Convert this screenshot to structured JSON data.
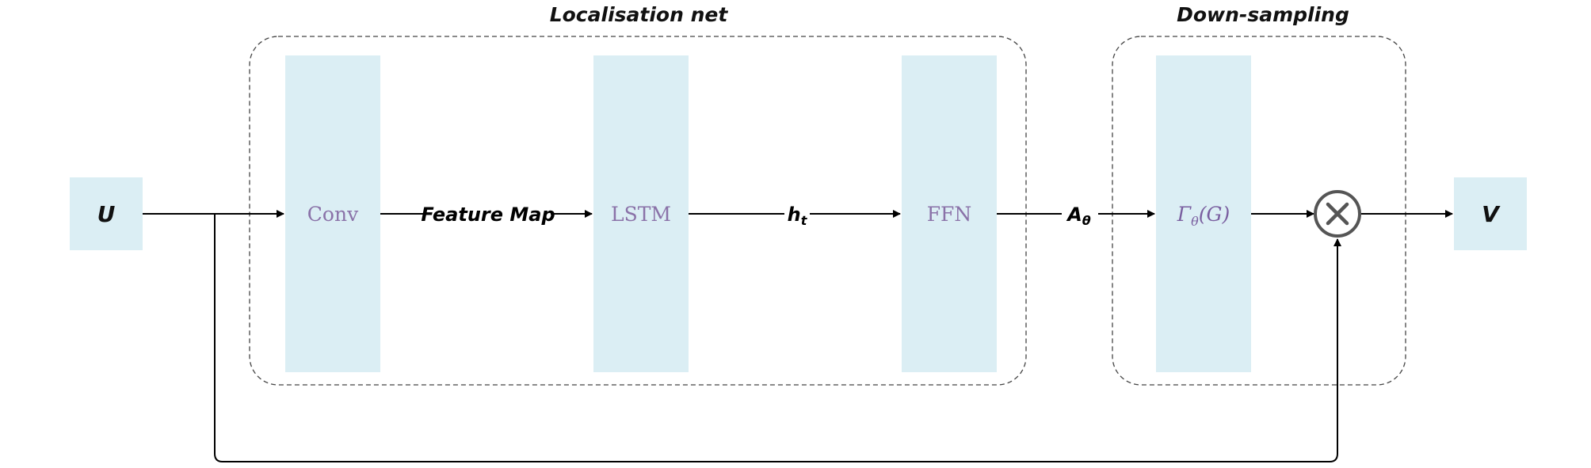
{
  "groups": {
    "localisation": {
      "title": "Localisation net"
    },
    "downsampling": {
      "title": "Down-sampling"
    }
  },
  "nodes": {
    "input": {
      "label": "U"
    },
    "conv": {
      "label": "Conv"
    },
    "lstm": {
      "label": "LSTM"
    },
    "ffn": {
      "label": "FFN"
    },
    "transform": {
      "label_main": "Γ",
      "label_sub": "θ",
      "label_rest": "(G)"
    },
    "multiply": {
      "symbol": "multiply-icon"
    },
    "output": {
      "label": "V"
    }
  },
  "edges": {
    "conv_to_lstm": {
      "label": "Feature Map"
    },
    "lstm_to_ffn": {
      "label_main": "h",
      "label_sub": "t"
    },
    "ffn_to_transform": {
      "label_main": "A",
      "label_sub": "θ"
    }
  },
  "colors": {
    "block_fill": "#dbeef4",
    "block_text": "#8a72a8",
    "arrow": "#000000",
    "group_border": "#444444",
    "multiply_stroke": "#555555"
  }
}
